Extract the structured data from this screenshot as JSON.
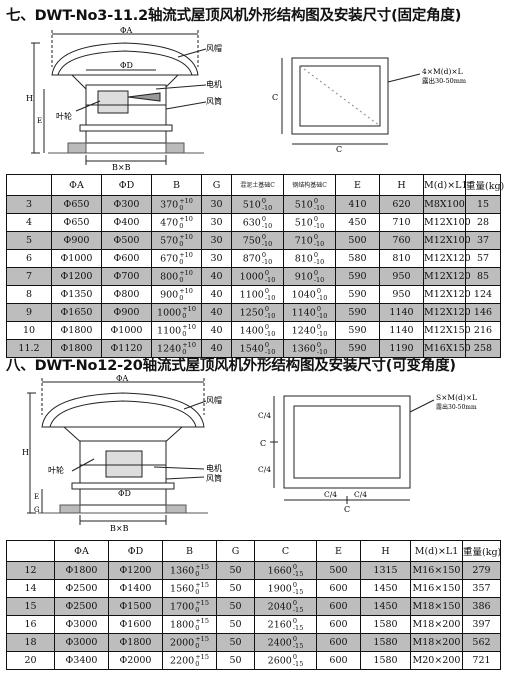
{
  "section7": {
    "title": "七、DWT-No3-11.2轴流式屋顶风机外形结构图及安装尺寸(固定角度)",
    "drawing_labels": {
      "phiA": "ΦA",
      "phiD": "ΦD",
      "hood": "风帽",
      "motor": "电机",
      "duct": "风筒",
      "impeller": "叶轮",
      "H": "H",
      "E": "E",
      "BxB": "B×B",
      "bolt": "4×M(d)×L",
      "plaster": "露出30-50mm",
      "C1": "C",
      "C2": "C"
    },
    "headers": [
      "",
      "ΦA",
      "ΦD",
      "B",
      "G",
      "混泥土基础C",
      "钢结构基础C",
      "E",
      "H",
      "M(d)×L1",
      "重量(kg)"
    ],
    "rows": [
      {
        "no": "3",
        "A": "Φ650",
        "D": "Φ300",
        "B": "370",
        "B_tol": [
          "+10",
          "0"
        ],
        "G": "30",
        "C1": "510",
        "C1_tol": [
          "0",
          "-10"
        ],
        "C2": "510",
        "C2_tol": [
          "0",
          "-10"
        ],
        "E": "410",
        "H": "620",
        "M": "M8X100",
        "W": "15"
      },
      {
        "no": "4",
        "A": "Φ650",
        "D": "Φ400",
        "B": "470",
        "B_tol": [
          "+10",
          "0"
        ],
        "G": "30",
        "C1": "630",
        "C1_tol": [
          "0",
          "-10"
        ],
        "C2": "510",
        "C2_tol": [
          "0",
          "-10"
        ],
        "E": "450",
        "H": "710",
        "M": "M12X100",
        "W": "28"
      },
      {
        "no": "5",
        "A": "Φ900",
        "D": "Φ500",
        "B": "570",
        "B_tol": [
          "+10",
          "0"
        ],
        "G": "30",
        "C1": "750",
        "C1_tol": [
          "0",
          "-10"
        ],
        "C2": "710",
        "C2_tol": [
          "0",
          "-10"
        ],
        "E": "500",
        "H": "760",
        "M": "M12X100",
        "W": "37"
      },
      {
        "no": "6",
        "A": "Φ1000",
        "D": "Φ600",
        "B": "670",
        "B_tol": [
          "+10",
          "0"
        ],
        "G": "30",
        "C1": "870",
        "C1_tol": [
          "0",
          "-10"
        ],
        "C2": "810",
        "C2_tol": [
          "0",
          "-10"
        ],
        "E": "580",
        "H": "810",
        "M": "M12X120",
        "W": "57"
      },
      {
        "no": "7",
        "A": "Φ1200",
        "D": "Φ700",
        "B": "800",
        "B_tol": [
          "+10",
          "0"
        ],
        "G": "40",
        "C1": "1000",
        "C1_tol": [
          "0",
          "-10"
        ],
        "C2": "910",
        "C2_tol": [
          "0",
          "-10"
        ],
        "E": "590",
        "H": "950",
        "M": "M12X120",
        "W": "85"
      },
      {
        "no": "8",
        "A": "Φ1350",
        "D": "Φ800",
        "B": "900",
        "B_tol": [
          "+10",
          "0"
        ],
        "G": "40",
        "C1": "1100",
        "C1_tol": [
          "0",
          "-10"
        ],
        "C2": "1040",
        "C2_tol": [
          "0",
          "-10"
        ],
        "E": "590",
        "H": "950",
        "M": "M12X120",
        "W": "124"
      },
      {
        "no": "9",
        "A": "Φ1650",
        "D": "Φ900",
        "B": "1000",
        "B_tol": [
          "+10",
          "0"
        ],
        "G": "40",
        "C1": "1250",
        "C1_tol": [
          "0",
          "-10"
        ],
        "C2": "1140",
        "C2_tol": [
          "0",
          "-10"
        ],
        "E": "590",
        "H": "1140",
        "M": "M12X120",
        "W": "146"
      },
      {
        "no": "10",
        "A": "Φ1800",
        "D": "Φ1000",
        "B": "1100",
        "B_tol": [
          "+10",
          "0"
        ],
        "G": "40",
        "C1": "1400",
        "C1_tol": [
          "0",
          "-10"
        ],
        "C2": "1240",
        "C2_tol": [
          "0",
          "-10"
        ],
        "E": "590",
        "H": "1140",
        "M": "M12X150",
        "W": "216"
      },
      {
        "no": "11.2",
        "A": "Φ1800",
        "D": "Φ1120",
        "B": "1240",
        "B_tol": [
          "+10",
          "0"
        ],
        "G": "40",
        "C1": "1540",
        "C1_tol": [
          "0",
          "-10"
        ],
        "C2": "1360",
        "C2_tol": [
          "0",
          "-10"
        ],
        "E": "590",
        "H": "1190",
        "M": "M16X150",
        "W": "258"
      }
    ]
  },
  "section8": {
    "title": "八、DWT-No12-20轴流式屋顶风机外形结构图及安装尺寸(可变角度)",
    "drawing_labels": {
      "phiA": "ΦA",
      "phiD": "ΦD",
      "hood": "风帽",
      "motor": "电机",
      "duct": "风筒",
      "impeller": "叶轮",
      "H": "H",
      "E": "E",
      "G": "G",
      "BxB": "B×B",
      "bolt": "S×M(d)×L",
      "plaster": "露出30-50mm",
      "C4a": "C/4",
      "C4b": "C/4",
      "C4c": "C/4",
      "C4d": "C/4",
      "C1": "C",
      "C2": "C"
    },
    "headers": [
      "",
      "ΦA",
      "ΦD",
      "B",
      "G",
      "C",
      "E",
      "H",
      "M(d)×L1",
      "重量(kg)"
    ],
    "rows": [
      {
        "no": "12",
        "A": "Φ1800",
        "D": "Φ1200",
        "B": "1360",
        "B_tol": [
          "+15",
          "0"
        ],
        "G": "50",
        "C": "1660",
        "C_tol": [
          "0",
          "-15"
        ],
        "E": "500",
        "H": "1315",
        "M": "M16×150",
        "W": "279"
      },
      {
        "no": "14",
        "A": "Φ2500",
        "D": "Φ1400",
        "B": "1560",
        "B_tol": [
          "+15",
          "0"
        ],
        "G": "50",
        "C": "1900",
        "C_tol": [
          "0",
          "-15"
        ],
        "E": "600",
        "H": "1450",
        "M": "M16×150",
        "W": "357"
      },
      {
        "no": "15",
        "A": "Φ2500",
        "D": "Φ1500",
        "B": "1700",
        "B_tol": [
          "+15",
          "0"
        ],
        "G": "50",
        "C": "2040",
        "C_tol": [
          "0",
          "-15"
        ],
        "E": "600",
        "H": "1450",
        "M": "M18×150",
        "W": "386"
      },
      {
        "no": "16",
        "A": "Φ3000",
        "D": "Φ1600",
        "B": "1800",
        "B_tol": [
          "+15",
          "0"
        ],
        "G": "50",
        "C": "2160",
        "C_tol": [
          "0",
          "-15"
        ],
        "E": "600",
        "H": "1580",
        "M": "M18×200",
        "W": "397"
      },
      {
        "no": "18",
        "A": "Φ3000",
        "D": "Φ1800",
        "B": "2000",
        "B_tol": [
          "+15",
          "0"
        ],
        "G": "50",
        "C": "2400",
        "C_tol": [
          "0",
          "-15"
        ],
        "E": "600",
        "H": "1580",
        "M": "M18×200",
        "W": "562"
      },
      {
        "no": "20",
        "A": "Φ3400",
        "D": "Φ2000",
        "B": "2200",
        "B_tol": [
          "+15",
          "0"
        ],
        "G": "50",
        "C": "2600",
        "C_tol": [
          "0",
          "-15"
        ],
        "E": "600",
        "H": "1580",
        "M": "M20×200",
        "W": "721"
      }
    ]
  }
}
